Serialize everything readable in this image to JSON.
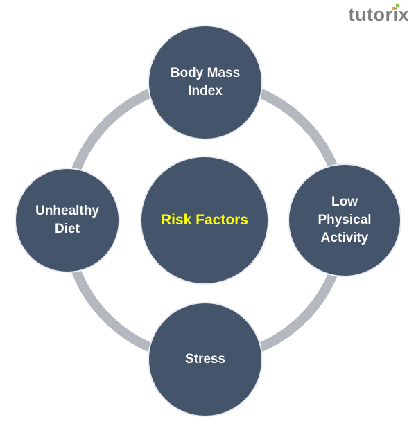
{
  "logo": "tutorix",
  "center": "Risk Factors",
  "nodes": {
    "top": "Body Mass\nIndex",
    "right": "Low\nPhysical\nActivity",
    "bottom": "Stress",
    "left": "Unhealthy\nDiet"
  },
  "colors": {
    "circle": "#44546a",
    "ring": "#b4b8bf",
    "center_text": "#ffff00",
    "text": "#ffffff"
  }
}
